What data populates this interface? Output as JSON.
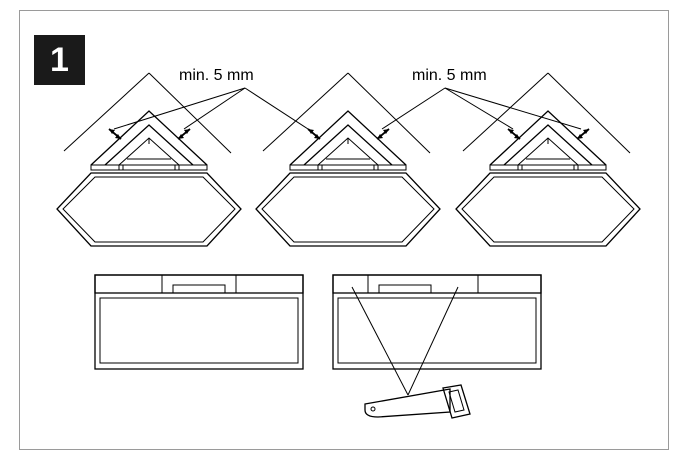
{
  "step": {
    "number": "1"
  },
  "labels": [
    {
      "text": "min. 5 mm"
    },
    {
      "text": "min. 5 mm"
    }
  ]
}
